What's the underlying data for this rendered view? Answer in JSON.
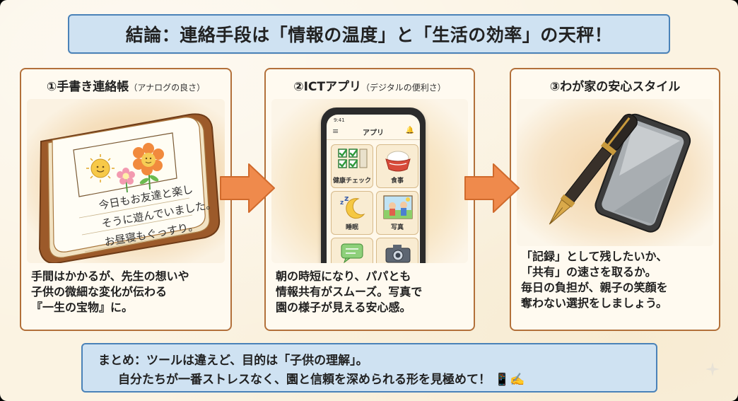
{
  "title": "結論：連絡手段は「情報の温度」と「生活の効率」の天秤！",
  "panels": [
    {
      "number": "①",
      "heading": "手書き連絡帳",
      "subheading": "（アナログの良さ）",
      "notebook_lines": [
        "今日もお友達と楽し",
        "そうに遊んでいました。",
        "お昼寝もぐっすり。"
      ],
      "body": [
        "手間はかかるが、先生の想いや",
        "子供の微細な変化が伝わる",
        "『一生の宝物』に。"
      ]
    },
    {
      "number": "②",
      "heading": "ICTアプリ",
      "subheading": "（デジタルの便利さ）",
      "app": {
        "time": "9:41",
        "title": "アプリ",
        "tiles": [
          "健康チェック",
          "食事",
          "睡眠",
          "写真"
        ]
      },
      "body": [
        "朝の時短になり、パパとも",
        "情報共有がスムーズ。写真で",
        "園の様子が見える安心感。"
      ]
    },
    {
      "number": "③",
      "heading": "わが家の安心スタイル",
      "subheading": "",
      "body": [
        "「記録」として残したいか、",
        "「共有」の速さを取るか。",
        "毎日の負担が、親子の笑顔を",
        "奪わない選択をしましょう。"
      ]
    }
  ],
  "summary": {
    "line1": "まとめ：ツールは違えど、目的は「子供の理解」。",
    "line2": "自分たちが一番ストレスなく、園と信頼を深められる形を見極めて！",
    "icons": "📱✍️"
  },
  "icons": {
    "arrow": "right-arrow-icon",
    "notebook": "notebook-icon",
    "phone": "smartphone-icon",
    "pen": "fountain-pen-icon"
  },
  "colors": {
    "banner_bg": "#cfe2f2",
    "banner_border": "#4a82b8",
    "panel_border": "#b2703a",
    "arrow": "#ef8a4c",
    "background": "#fbf3e2"
  }
}
